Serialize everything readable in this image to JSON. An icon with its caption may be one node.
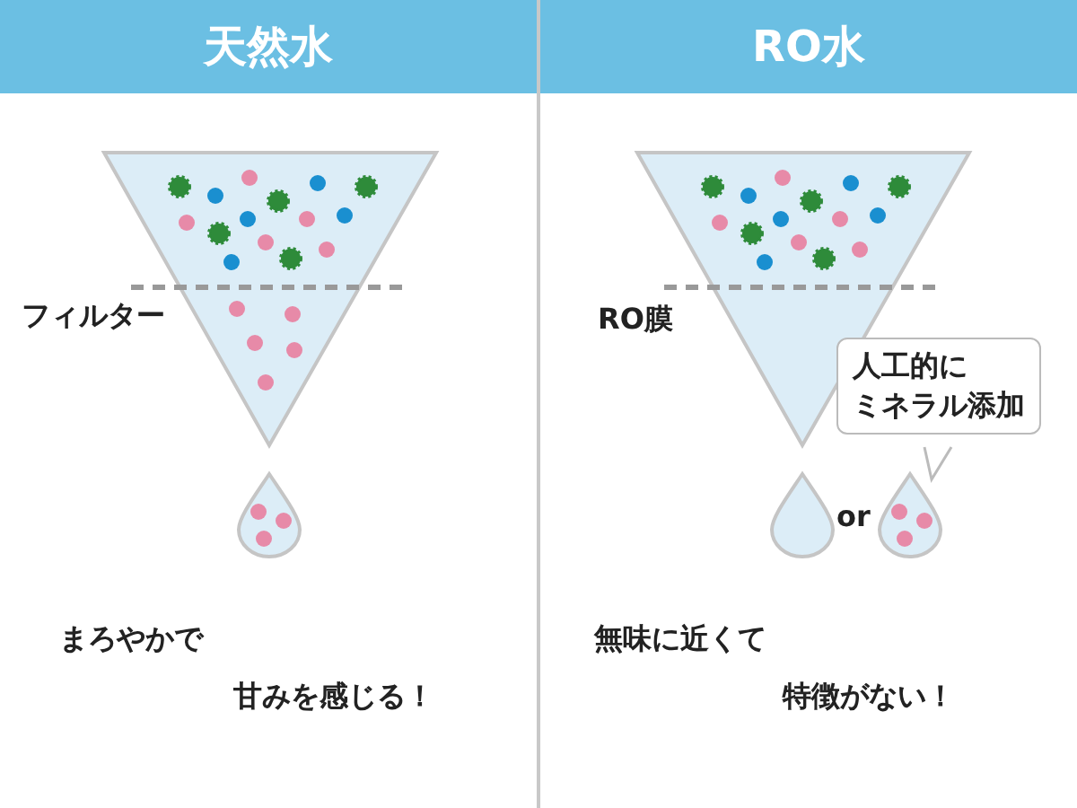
{
  "diagram": {
    "nodes": [
      {
        "text": [
          "天然水"
        ]
      },
      {
        "text": [
          "RO水"
        ]
      },
      {
        "text": [
          "人工的に",
          "ミネラル添加"
        ]
      }
    ],
    "labels": [
      "フィルター",
      "RO膜",
      "or",
      "まろやかで",
      "甘みを感じる！",
      "無味に近くて",
      "特徴がない！"
    ]
  }
}
